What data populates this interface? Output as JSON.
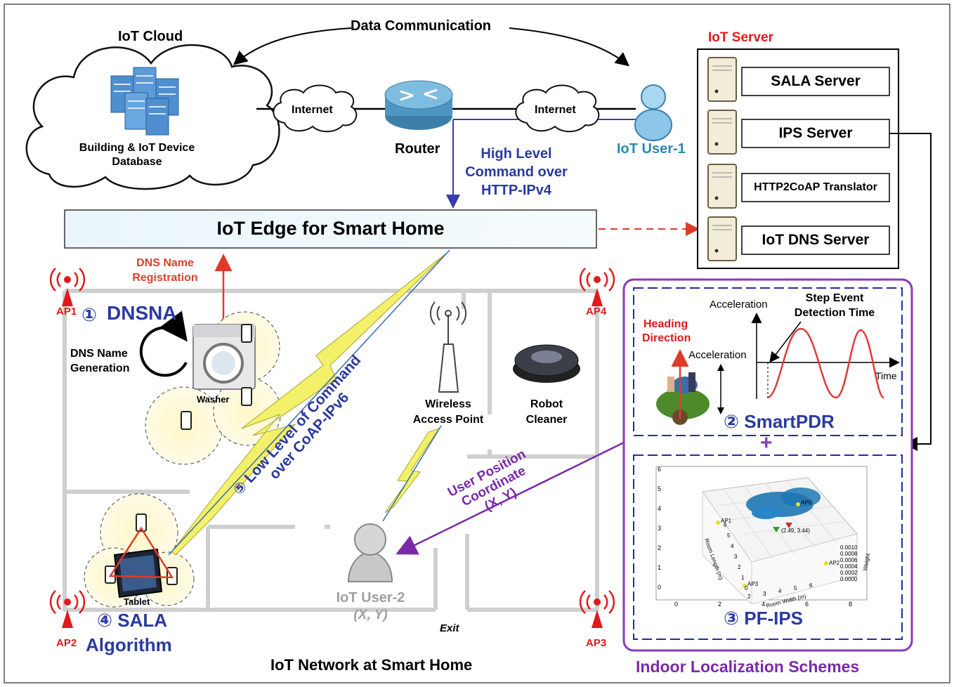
{
  "cloud": {
    "title": "IoT Cloud",
    "db_label_1": "Building & IoT Device",
    "db_label_2": "Database"
  },
  "data_communication": "Data Communication",
  "internet_1": "Internet",
  "internet_2": "Internet",
  "router": "Router",
  "iot_user1": "IoT User-1",
  "high_level": {
    "line1": "High Level",
    "line2": "Command over",
    "line3": "HTTP-IPv4"
  },
  "edge": "IoT Edge for Smart Home",
  "server": {
    "title": "IoT Server",
    "items": [
      "SALA Server",
      "IPS Server",
      "HTTP2CoAP Translator",
      "IoT DNS Server"
    ]
  },
  "dns_reg": {
    "line1": "DNS Name",
    "line2": "Registration"
  },
  "dnsna": {
    "num": "①",
    "label": "DNSNA"
  },
  "dns_gen": {
    "line1": "DNS Name",
    "line2": "Generation"
  },
  "washer": "Washer",
  "tablet": "Tablet",
  "ap": {
    "ap1": "AP1",
    "ap2": "AP2",
    "ap3": "AP3",
    "ap4": "AP4"
  },
  "low_level": {
    "line1": "⑤ Low Level of Command",
    "line2": "over CoAP-IPv6"
  },
  "wap": {
    "line1": "Wireless",
    "line2": "Access Point"
  },
  "robot": {
    "line1": "Robot",
    "line2": "Cleaner"
  },
  "iot_user2": "IoT User-2",
  "user2_coord": "(X, Y)",
  "user_pos": {
    "line1": "User Position",
    "line2": "Coordinate",
    "line3": "(X, Y)"
  },
  "sala": {
    "line1": "④ SALA",
    "line2": "Algorithm"
  },
  "exit": "Exit",
  "network_title": "IoT Network at Smart Home",
  "smartpdr": {
    "accel_top": "Acceleration",
    "step_event_1": "Step Event",
    "step_event_2": "Detection Time",
    "heading_1": "Heading",
    "heading_2": "Direction",
    "accel_mid": "Acceleration",
    "time": "Time",
    "label": "② SmartPDR"
  },
  "plus": "+",
  "pfips": {
    "label": "③ PF-IPS",
    "y_ticks": [
      "0",
      "1",
      "2",
      "3",
      "4",
      "5",
      "6"
    ],
    "x_ticks": [
      "0",
      "2",
      "4",
      "6",
      "8"
    ],
    "room_width_ticks": [
      "2",
      "3",
      "4",
      "5",
      "6"
    ],
    "room_length_ticks": [
      "0",
      "1",
      "2",
      "3",
      "4",
      "5",
      "6"
    ],
    "z_ticks": [
      "0.0000",
      "0.0002",
      "0.0004",
      "0.0006",
      "0.0008",
      "0.0010"
    ],
    "ap_labels": [
      "AP1",
      "AP0",
      "AP2",
      "AP3"
    ],
    "pos_label": "(2.49, 3.44)",
    "axis_room_width": "Room Width (m)",
    "axis_room_length": "Room Length (m)",
    "axis_weight": "Weight"
  },
  "indoor_title": "Indoor Localization Schemes"
}
